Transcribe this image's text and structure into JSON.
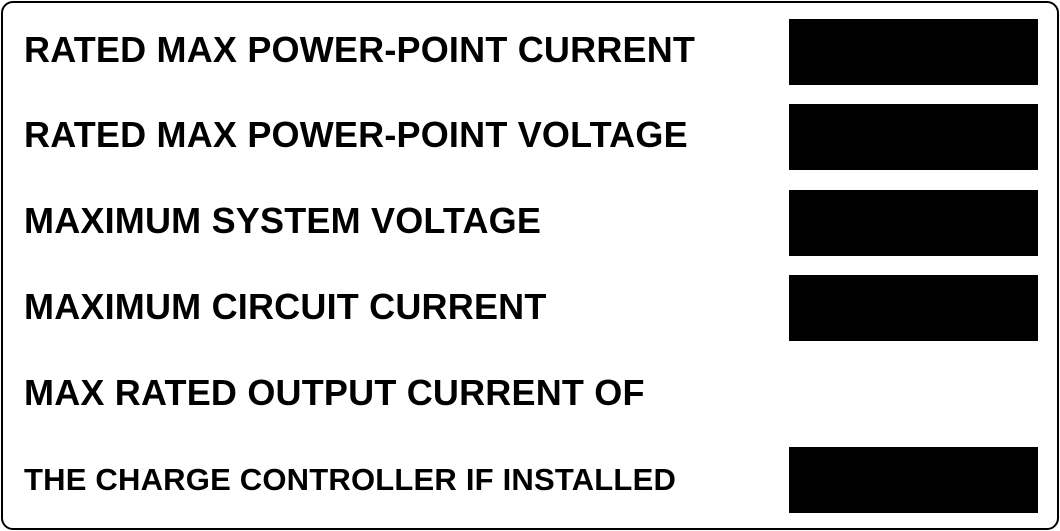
{
  "label": {
    "rows": [
      {
        "text": "RATED MAX POWER-POINT CURRENT",
        "value": ""
      },
      {
        "text": "RATED MAX POWER-POINT VOLTAGE",
        "value": ""
      },
      {
        "text": "MAXIMUM SYSTEM VOLTAGE",
        "value": ""
      },
      {
        "text": "MAXIMUM CIRCUIT CURRENT",
        "value": ""
      },
      {
        "text": "MAX RATED OUTPUT CURRENT OF",
        "value": ""
      },
      {
        "text": "THE CHARGE CONTROLLER IF INSTALLED",
        "value": ""
      }
    ],
    "colors": {
      "background": "#ffffff",
      "text": "#000000",
      "value_box": "#000000",
      "border": "#000000"
    }
  }
}
